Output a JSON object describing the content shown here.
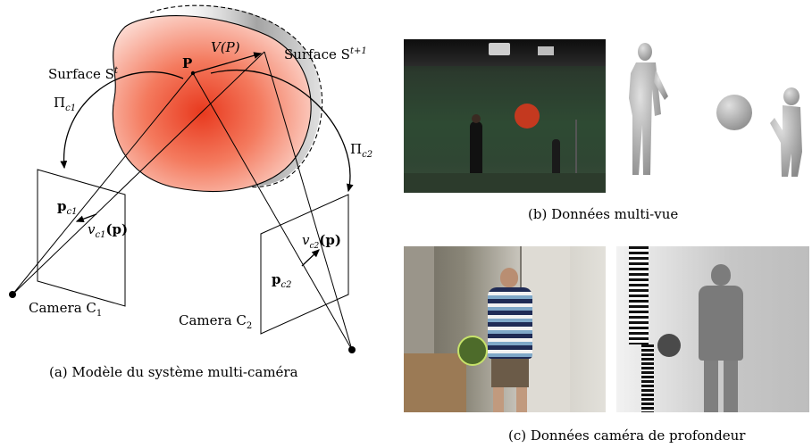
{
  "diagram": {
    "surface_t": "Surface S",
    "surface_t_sup": "t",
    "surface_t1": "Surface S",
    "surface_t1_sup": "t+1",
    "point_P": "P",
    "flow_V": "V(P)",
    "proj_c1": "Π",
    "proj_c1_sub": "c1",
    "proj_c2": "Π",
    "proj_c2_sub": "c2",
    "p_c1": "p",
    "p_c1_sub": "c1",
    "p_c2": "p",
    "p_c2_sub": "c2",
    "v_c1": "v",
    "v_c1_sub": "c1",
    "v_c1_arg": "(p)",
    "v_c2": "v",
    "v_c2_sub": "c2",
    "v_c2_arg": "(p)",
    "camera1": "Camera C",
    "camera1_sub": "1",
    "camera2": "Camera C",
    "camera2_sub": "2"
  },
  "captions": {
    "a": "(a) Modèle du système multi-caméra",
    "b": "(b) Données multi-vue",
    "c": "(c) Données caméra de profondeur"
  },
  "colors": {
    "surface_core": "#e8391e",
    "surface_edge": "#fde3dc",
    "shadow": "#9a9a9a",
    "studio_green": "#2e4a33",
    "ball": "#c4391f"
  }
}
